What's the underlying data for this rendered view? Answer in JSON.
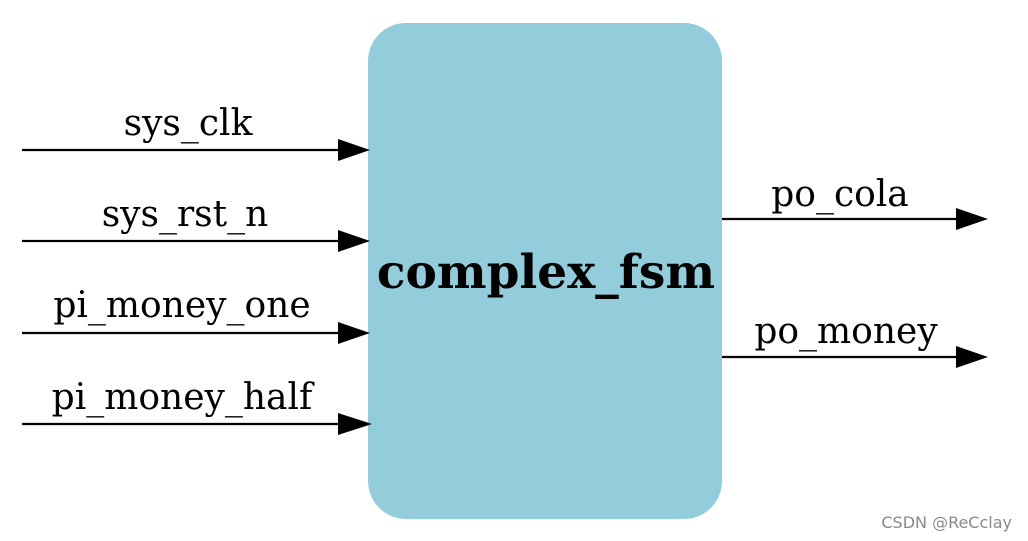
{
  "block": {
    "title": "complex_fsm",
    "fill_color": "#93cddb"
  },
  "inputs": [
    {
      "label": "sys_clk"
    },
    {
      "label": "sys_rst_n"
    },
    {
      "label": "pi_money_one"
    },
    {
      "label": "pi_money_half"
    }
  ],
  "outputs": [
    {
      "label": "po_cola"
    },
    {
      "label": "po_money"
    }
  ],
  "watermark": "CSDN @ReCclay"
}
